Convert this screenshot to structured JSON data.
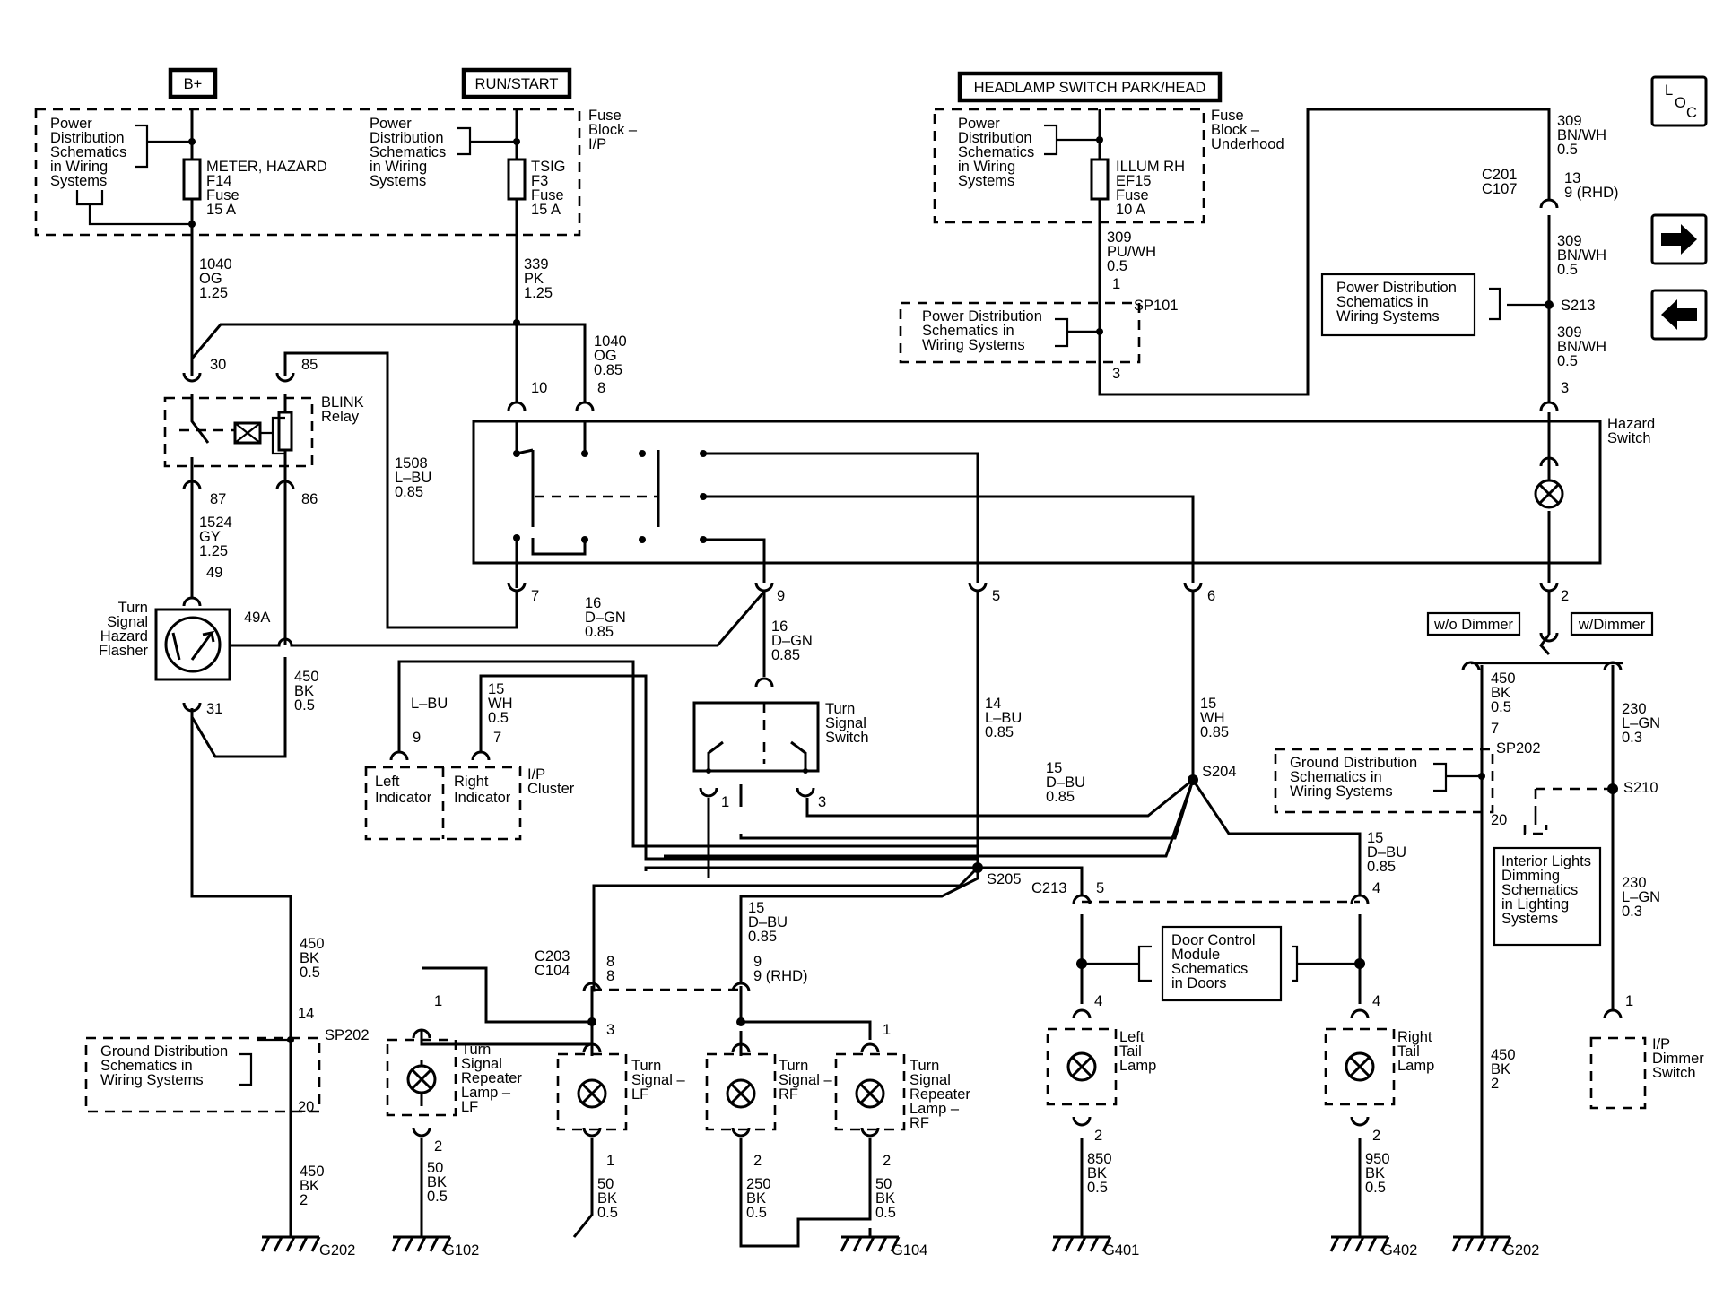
{
  "headers": {
    "b_plus": "B+",
    "run_start": "RUN/START",
    "headlamp": "HEADLAMP SWITCH PARK/HEAD"
  },
  "loc": {
    "l": "L",
    "o": "O",
    "c": "C"
  },
  "fuse_blocks": {
    "ip": [
      "Fuse",
      "Block –",
      "I/P"
    ],
    "underhood": [
      "Fuse",
      "Block –",
      "Underhood"
    ]
  },
  "pds": [
    "Power",
    "Distribution",
    "Schematics",
    "in Wiring",
    "Systems"
  ],
  "pds_short": [
    "Power Distribution",
    "Schematics in",
    "Wiring Systems"
  ],
  "gds": [
    "Ground Distribution",
    "Schematics in",
    "Wiring Systems"
  ],
  "fuses": {
    "f14": [
      "METER, HAZARD",
      "F14",
      "Fuse",
      "15 A"
    ],
    "f3": [
      "TSIG",
      "F3",
      "Fuse",
      "15 A"
    ],
    "ef15": [
      "ILLUM RH",
      "EF15",
      "Fuse",
      "10 A"
    ]
  },
  "components": {
    "blink": [
      "BLINK",
      "Relay"
    ],
    "flasher": [
      "Turn",
      "Signal",
      "Hazard",
      "Flasher"
    ],
    "hazard": [
      "Hazard",
      "Switch"
    ],
    "turn_switch": [
      "Turn",
      "Signal",
      "Switch"
    ],
    "left_ind": [
      "Left",
      "Indicator"
    ],
    "right_ind": [
      "Right",
      "Indicator"
    ],
    "cluster": [
      "I/P",
      "Cluster"
    ],
    "rep_lf": [
      "Turn",
      "Signal",
      "Repeater",
      "Lamp –",
      "LF"
    ],
    "ts_lf": [
      "Turn",
      "Signal –",
      "LF"
    ],
    "ts_rf": [
      "Turn",
      "Signal –",
      "RF"
    ],
    "rep_rf": [
      "Turn",
      "Signal",
      "Repeater",
      "Lamp –",
      "RF"
    ],
    "left_tail": [
      "Left",
      "Tail",
      "Lamp"
    ],
    "right_tail": [
      "Right",
      "Tail",
      "Lamp"
    ],
    "dcm": [
      "Door Control",
      "Module",
      "Schematics",
      "in Doors"
    ],
    "dimming": [
      "Interior Lights",
      "Dimming",
      "Schematics",
      "in Lighting",
      "Systems"
    ],
    "dimmer": [
      "I/P",
      "Dimmer",
      "Switch"
    ],
    "wo_dimmer": "w/o Dimmer",
    "w_dimmer": "w/Dimmer"
  },
  "wires": {
    "w1040a": [
      "1040",
      "OG",
      "1.25"
    ],
    "w339": [
      "339",
      "PK",
      "1.25"
    ],
    "w1040b": [
      "1040",
      "OG",
      "0.85"
    ],
    "w1508": [
      "1508",
      "L–BU",
      "0.85"
    ],
    "w1524": [
      "1524",
      "GY",
      "1.25"
    ],
    "w450a": [
      "450",
      "BK",
      "0.5"
    ],
    "w16a": [
      "16",
      "D–GN",
      "0.85"
    ],
    "w16b": [
      "16",
      "D–GN",
      "0.85"
    ],
    "lbu": "L–BU",
    "w15wh": [
      "15",
      "WH",
      "0.5"
    ],
    "w14": [
      "14",
      "L–BU",
      "0.85"
    ],
    "w15wh2": [
      "15",
      "WH",
      "0.85"
    ],
    "w15dbu1": [
      "15",
      "D–BU",
      "0.85"
    ],
    "w15dbu2": [
      "15",
      "D–BU",
      "0.85"
    ],
    "w15dbu3": [
      "15",
      "D–BU",
      "0.85"
    ],
    "w450b": [
      "450",
      "BK",
      "0.5"
    ],
    "w450c": [
      "450",
      "BK",
      "2"
    ],
    "w50lf": [
      "50",
      "BK",
      "0.5"
    ],
    "w50lf2": [
      "50",
      "BK",
      "0.5"
    ],
    "w250": [
      "250",
      "BK",
      "0.5"
    ],
    "w50rf": [
      "50",
      "BK",
      "0.5"
    ],
    "w850": [
      "850",
      "BK",
      "0.5"
    ],
    "w950": [
      "950",
      "BK",
      "0.5"
    ],
    "w309a": [
      "309",
      "BN/WH",
      "0.5"
    ],
    "w309b": [
      "309",
      "BN/WH",
      "0.5"
    ],
    "w309c": [
      "309",
      "BN/WH",
      "0.5"
    ],
    "w309pu": [
      "309",
      "PU/WH",
      "0.5"
    ],
    "w450d": [
      "450",
      "BK",
      "0.5"
    ],
    "w450e": [
      "450",
      "BK",
      "2"
    ],
    "w230a": [
      "230",
      "L–GN",
      "0.3"
    ],
    "w230b": [
      "230",
      "L–GN",
      "0.3"
    ]
  },
  "pins": {
    "p30": "30",
    "p85": "85",
    "p87": "87",
    "p86": "86",
    "p49": "49",
    "p49a": "49A",
    "p31": "31",
    "p10": "10",
    "p8": "8",
    "p7": "7",
    "p9": "9",
    "p5": "5",
    "p6": "6",
    "p3": "3",
    "p2": "2",
    "p1": "1",
    "pi9": "9",
    "pi7": "7",
    "ts1": "1",
    "ts3": "3",
    "c201": "13",
    "c201b": "9 (RHD)",
    "c203": "8",
    "c203b": "8",
    "c203c": "9",
    "c203d": "9 (RHD)",
    "c213a": "5",
    "c213b": "4",
    "lt4": "4",
    "lt2": "2",
    "rt4": "4",
    "rt2": "2",
    "r1": "1",
    "r2": "2",
    "l3": "3",
    "l1": "1",
    "rf2": "2",
    "rr1": "1",
    "rr2": "2",
    "sp14": "14",
    "sp20": "20",
    "sp7": "7",
    "sp20b": "20",
    "dim1": "1",
    "sp1": "1",
    "sp3": "3"
  },
  "splices": {
    "sp202a": "SP202",
    "sp202b": "SP202",
    "sp101": "SP101",
    "s213": "S213",
    "s204": "S204",
    "s205": "S205",
    "s210": "S210"
  },
  "connectors": {
    "c201": [
      "C201",
      "C107"
    ],
    "c203": [
      "C203",
      "C104"
    ],
    "c213": "C213"
  },
  "grounds": [
    "G202",
    "G102",
    "G104",
    "G401",
    "G402",
    "G202"
  ]
}
